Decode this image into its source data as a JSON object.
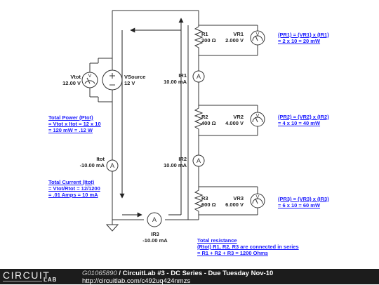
{
  "circuit": {
    "vtot": {
      "name": "Vtot",
      "value": "12.00 V"
    },
    "vsource": {
      "name": "VSource",
      "value": "12 V"
    },
    "r1": {
      "name": "R1",
      "value": "200 Ω"
    },
    "r2": {
      "name": "R2",
      "value": "400 Ω"
    },
    "r3": {
      "name": "R3",
      "value": "600 Ω"
    },
    "vr1": {
      "name": "VR1",
      "value": "2.000 V"
    },
    "vr2": {
      "name": "VR2",
      "value": "4.000 V"
    },
    "vr3": {
      "name": "VR3",
      "value": "6.000 V"
    },
    "ir1": {
      "name": "IR1",
      "value": "10.00 mA"
    },
    "ir2": {
      "name": "IR2",
      "value": "10.00 mA"
    },
    "ir3": {
      "name": "IR3",
      "value": "-10.00 mA"
    },
    "itot": {
      "name": "Itot",
      "value": "-10.00 mA"
    }
  },
  "notes": {
    "total_power": [
      "Total Power (Ptot)",
      "= Vtot x Itot = 12 x 10",
      "= 120 mW = .12 W"
    ],
    "total_current": [
      "Total Current (Itot)",
      "= Vtot/Rtot = 12/1200",
      "= .01 Amps = 10 mA"
    ],
    "pr1": [
      "(PR1) = (VR1) x (IR1)",
      "= 2 x 10 = 20 mW"
    ],
    "pr2": [
      "(PR2) = (VR2) x (IR2)",
      "= 4 x 10 = 40 mW"
    ],
    "pr3": [
      "(PR3) = (VR3) x (IR3)",
      "= 6 x 10 = 60 mW"
    ],
    "total_resistance": [
      "Total resistance",
      "(Rtot) R1, R2, R3 are connected in series",
      "= R1 + R2 + R3 = 1200 Ohms"
    ]
  },
  "footer": {
    "logo_top": "CIRCUIT",
    "logo_bottom": "LAB",
    "circuit_id": "G01065890",
    "title": "CircuitLab #3 - DC Series - Due Tuesday Nov-10",
    "url": "http://circuitlab.com/c492uq424nmzs"
  }
}
